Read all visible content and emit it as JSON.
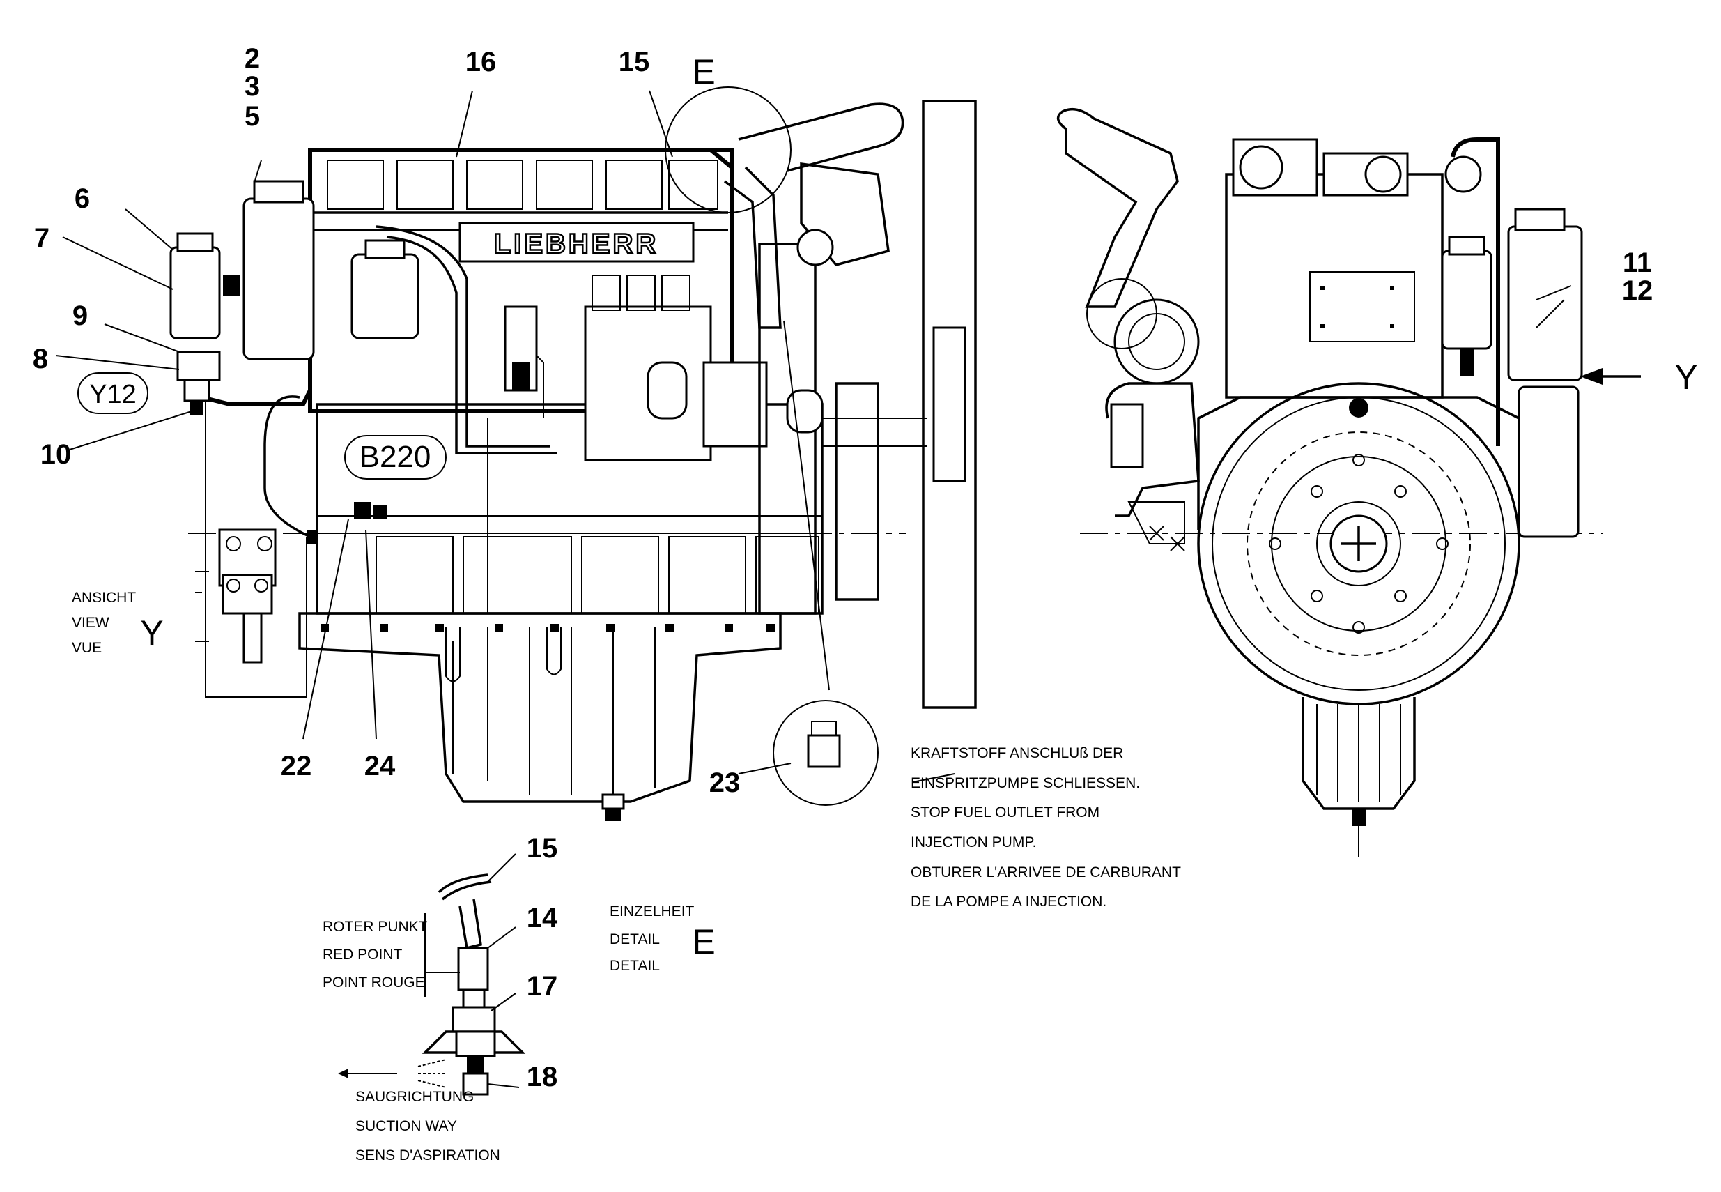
{
  "callouts": {
    "n2": "2",
    "n3": "3",
    "n5": "5",
    "n6": "6",
    "n7": "7",
    "n8": "8",
    "n9": "9",
    "n10": "10",
    "n11": "11",
    "n12": "12",
    "n14": "14",
    "n15": "15",
    "n15b": "15",
    "n16": "16",
    "n17": "17",
    "n18": "18",
    "n22": "22",
    "n23": "23",
    "n24": "24"
  },
  "badges": {
    "y12": "Y12",
    "b220": "B220"
  },
  "detail_marker": "E",
  "detail_marker_2": "E",
  "view_marker": "Y",
  "view_marker_2": "Y",
  "brand": "LIEBHERR",
  "view_label": {
    "de": "ANSICHT",
    "en": "VIEW",
    "fr": "VUE"
  },
  "fuel_note": [
    "KRAFTSTOFF ANSCHLUß DER",
    "EINSPRITZPUMPE SCHLIESSEN.",
    "STOP FUEL OUTLET FROM",
    "INJECTION PUMP.",
    "OBTURER L'ARRIVEE DE CARBURANT",
    "DE LA POMPE A INJECTION."
  ],
  "red_point": {
    "de": "ROTER PUNKT",
    "en": "RED POINT",
    "fr": "POINT ROUGE"
  },
  "detail_label": {
    "de": "EINZELHEIT",
    "en": "DETAIL",
    "fr": "DETAIL"
  },
  "suction": {
    "de": "SAUGRICHTUNG",
    "en": "SUCTION WAY",
    "fr": "SENS D'ASPIRATION"
  }
}
